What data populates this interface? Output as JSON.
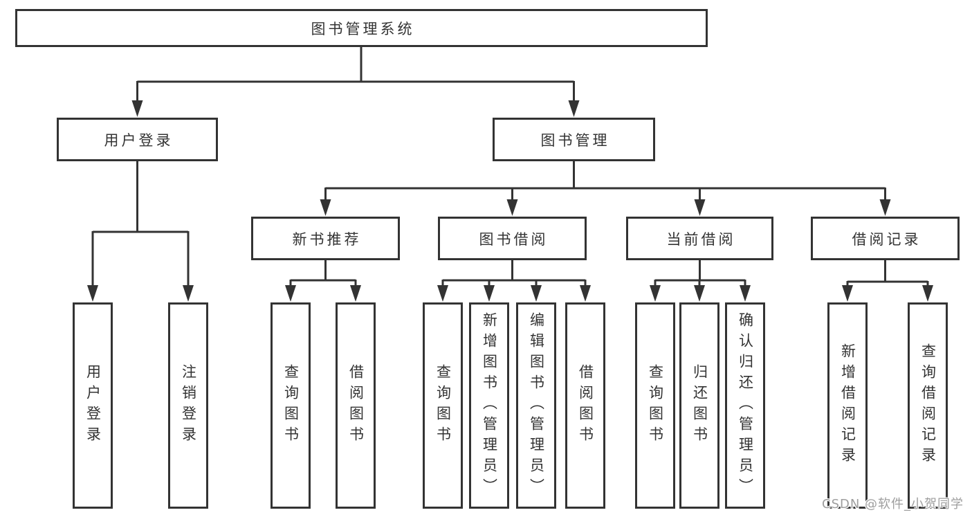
{
  "diagram": {
    "title": "图书管理系统",
    "branches": {
      "user": "用户登录",
      "book": "图书管理"
    },
    "modules": {
      "recommend": "新书推荐",
      "borrow": "图书借阅",
      "current": "当前借阅",
      "records": "借阅记录"
    },
    "leaves": {
      "user": [
        "用户登录",
        "注销登录"
      ],
      "recommend": [
        "查询图书",
        "借阅图书"
      ],
      "borrow": [
        "查询图书",
        "新增图书（管理员）",
        "编辑图书（管理员）",
        "借阅图书"
      ],
      "current": [
        "查询图书",
        "归还图书",
        "确认归还（管理员）"
      ],
      "records": [
        "新增借阅记录",
        "查询借阅记录"
      ]
    }
  },
  "watermark": "CSDN @软件_小贺同学",
  "colors": {
    "line": "#333333",
    "text": "#333333",
    "watermark": "#9e9e9e",
    "background": "#ffffff"
  }
}
